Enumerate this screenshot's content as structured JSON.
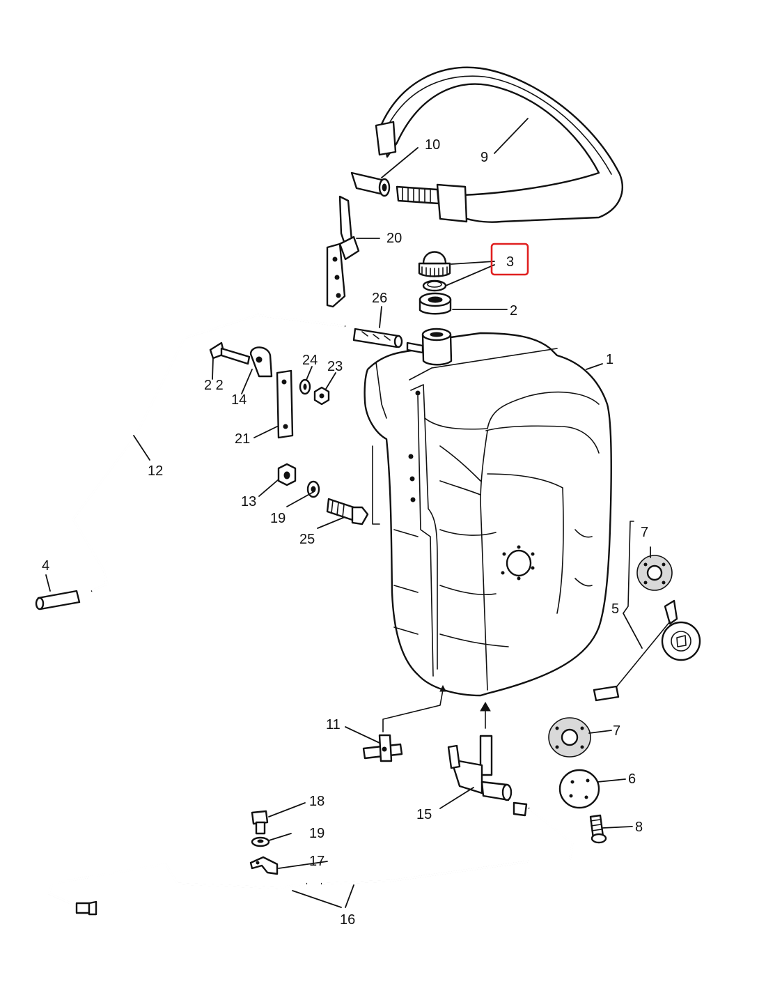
{
  "labels": {
    "l1": "1",
    "l2": "2",
    "l3": "3",
    "l4": "4",
    "l5": "5",
    "l6": "6",
    "l7a": "7",
    "l7b": "7",
    "l8": "8",
    "l9": "9",
    "l10": "10",
    "l11": "11",
    "l12": "12",
    "l13": "13",
    "l14": "14",
    "l15": "15",
    "l16": "16",
    "l17": "17",
    "l18": "18",
    "l19a": "19",
    "l19b": "19",
    "l20": "20",
    "l21": "21",
    "l22": "2 2",
    "l23": "23",
    "l24": "24",
    "l25": "25",
    "l26": "26"
  },
  "highlight_color": "#e02020"
}
